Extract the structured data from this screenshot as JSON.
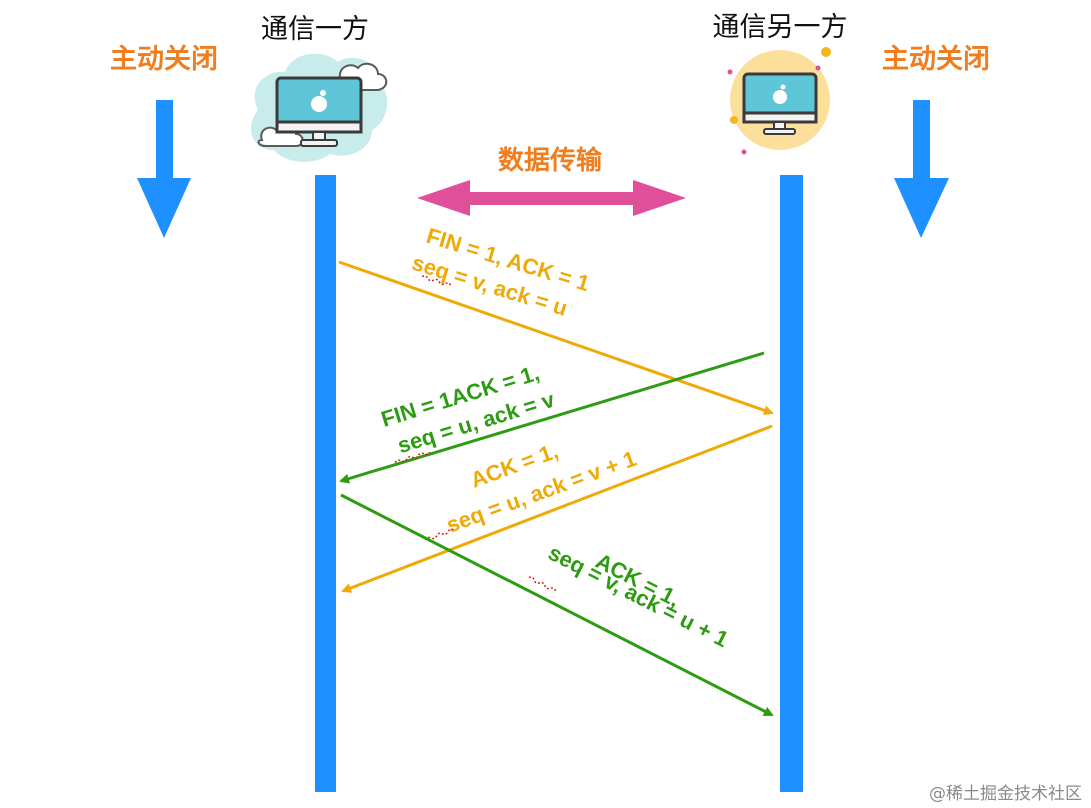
{
  "left_party": {
    "name": "通信一方",
    "action": "主动关闭"
  },
  "right_party": {
    "name": "通信另一方",
    "action": "主动关闭"
  },
  "transfer": {
    "label": "数据传输"
  },
  "messages": [
    {
      "id": "msg1",
      "direction": "left-to-right",
      "color": "#eeaa08",
      "line1": "FIN = 1, ACK = 1",
      "line2": "seq = v, ack = u"
    },
    {
      "id": "msg2",
      "direction": "right-to-left",
      "color": "#2e9c12",
      "line1": "FIN = 1ACK = 1,",
      "line2": "seq = u, ack = v"
    },
    {
      "id": "msg3",
      "direction": "right-to-left",
      "color": "#eeaa08",
      "line1": "ACK = 1,",
      "line2": "seq = u, ack = v + 1"
    },
    {
      "id": "msg4",
      "direction": "left-to-right",
      "color": "#2e9c12",
      "line1": "ACK = 1,",
      "line2": "seq = v, ack = u + 1"
    }
  ],
  "colors": {
    "timeline": "#1e90ff",
    "close_arrow": "#1e90ff",
    "transfer_arrow": "#e0509a",
    "close_label": "#f07d1e",
    "orange_message": "#eeaa08",
    "green_message": "#2e9c12"
  },
  "icons": {
    "left": "computer-with-clouds-icon",
    "right": "computer-with-sun-icon"
  },
  "watermark": "@稀土掘金技术社区"
}
